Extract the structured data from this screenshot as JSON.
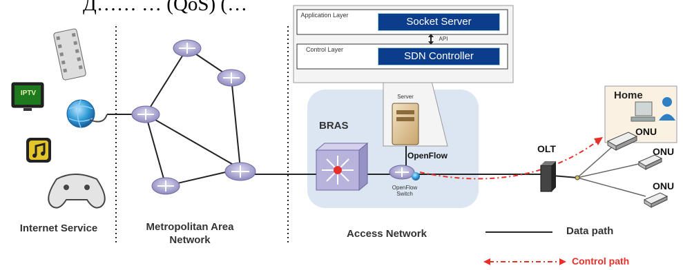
{
  "title_fragment": "Д…… … (QoS) (…",
  "callout": {
    "application_layer": "Application Layer",
    "control_layer": "Control Layer",
    "socket_server": "Socket Server",
    "sdn_controller": "SDN Controller",
    "api": "API",
    "server": "Server"
  },
  "internet_service": {
    "label": "Internet Service",
    "iptv": "IPTV"
  },
  "metro": {
    "label": "Metropolitan Area Network"
  },
  "access": {
    "label": "Access Network",
    "bras": "BRAS",
    "openflow": "OpenFlow",
    "openflow_switch": "OpenFlow Switch"
  },
  "home": {
    "label": "Home",
    "onu": "ONU"
  },
  "olt": "OLT",
  "onu_1": "ONU",
  "onu_2": "ONU",
  "legend": {
    "data_path": "Data path",
    "control_path": "Control path"
  },
  "colors": {
    "control_path": "#e8302a",
    "layer_box": "#0b3d8c",
    "access_bg": "#dbe6f2",
    "router": "#a9a6cf"
  }
}
